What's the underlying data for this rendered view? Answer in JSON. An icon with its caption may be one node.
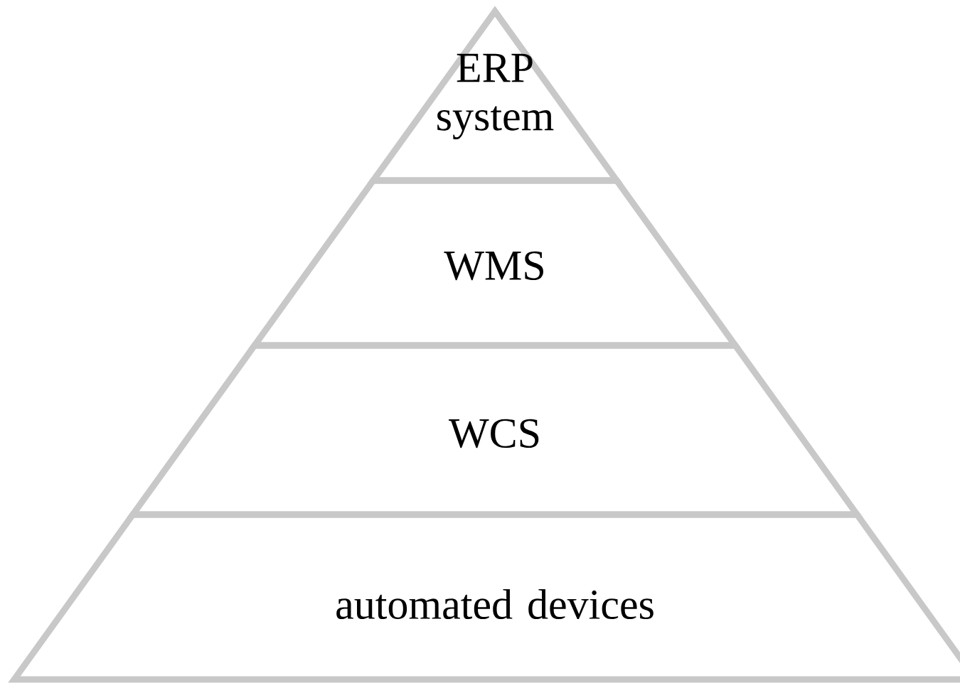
{
  "diagram": {
    "nodes": [
      {
        "text": [
          "ERP system"
        ]
      },
      {
        "text": [
          "WMS"
        ]
      },
      {
        "text": [
          "WCS"
        ]
      },
      {
        "text": [
          "automated devices"
        ]
      }
    ]
  }
}
